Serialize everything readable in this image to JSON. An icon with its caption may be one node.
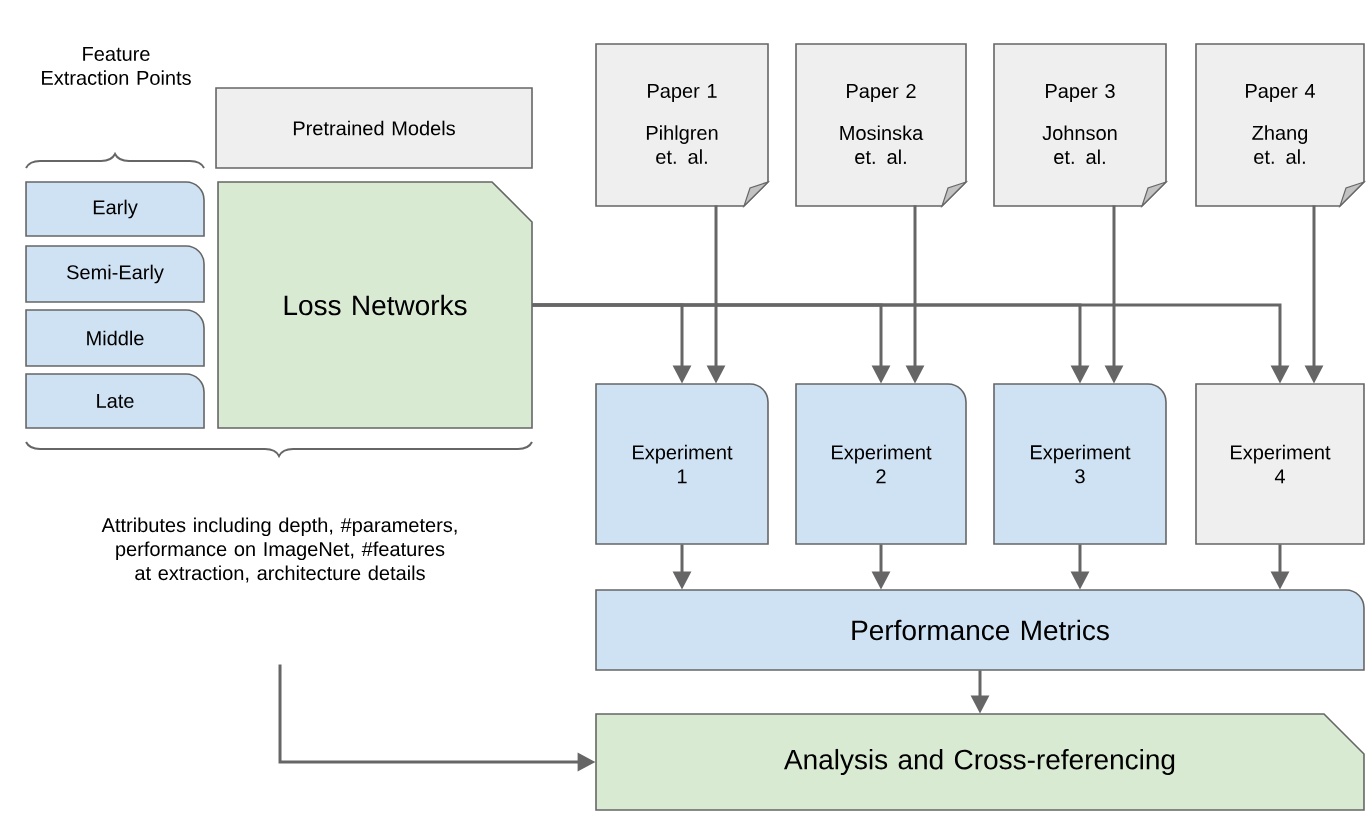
{
  "diagram": {
    "nodes": [
      {
        "text": [
          "Pretrained Models"
        ]
      },
      {
        "text": [
          "Early"
        ]
      },
      {
        "text": [
          "Semi-Early"
        ]
      },
      {
        "text": [
          "Middle"
        ]
      },
      {
        "text": [
          "Late"
        ]
      },
      {
        "text": [
          "Loss Networks"
        ]
      },
      {
        "text": [
          "Paper 1",
          "Pihlgren et. al."
        ]
      },
      {
        "text": [
          "Paper 2",
          "Mosinska et. al."
        ]
      },
      {
        "text": [
          "Paper 3",
          "Johnson et. al."
        ]
      },
      {
        "text": [
          "Paper 4",
          "Zhang et. al."
        ]
      },
      {
        "text": [
          "Experiment 1"
        ]
      },
      {
        "text": [
          "Experiment 2"
        ]
      },
      {
        "text": [
          "Experiment 3"
        ]
      },
      {
        "text": [
          "Experiment 4"
        ]
      },
      {
        "text": [
          "Performance Metrics"
        ]
      },
      {
        "text": [
          "Analysis and Cross-referencing"
        ]
      },
      {
        "text": [
          "Attributes including depth, #parameters, performance on ImageNet, #features at extraction, architecture details"
        ]
      }
    ],
    "edges": [
      {
        "from": 5,
        "to": 10,
        "arrow": "to"
      },
      {
        "from": 5,
        "to": 11,
        "arrow": "to"
      },
      {
        "from": 5,
        "to": 12,
        "arrow": "to"
      },
      {
        "from": 5,
        "to": 13,
        "arrow": "to"
      },
      {
        "from": 6,
        "to": 10,
        "arrow": "to"
      },
      {
        "from": 7,
        "to": 11,
        "arrow": "to"
      },
      {
        "from": 8,
        "to": 12,
        "arrow": "to"
      },
      {
        "from": 9,
        "to": 13,
        "arrow": "to"
      },
      {
        "from": 10,
        "to": 14,
        "arrow": "to"
      },
      {
        "from": 11,
        "to": 14,
        "arrow": "to"
      },
      {
        "from": 12,
        "to": 14,
        "arrow": "to"
      },
      {
        "from": 13,
        "to": 14,
        "arrow": "to"
      },
      {
        "from": 14,
        "to": 15,
        "arrow": "to"
      },
      {
        "from": 16,
        "to": 15,
        "arrow": "to"
      }
    ],
    "labels": [
      "Feature Extraction Points"
    ]
  }
}
